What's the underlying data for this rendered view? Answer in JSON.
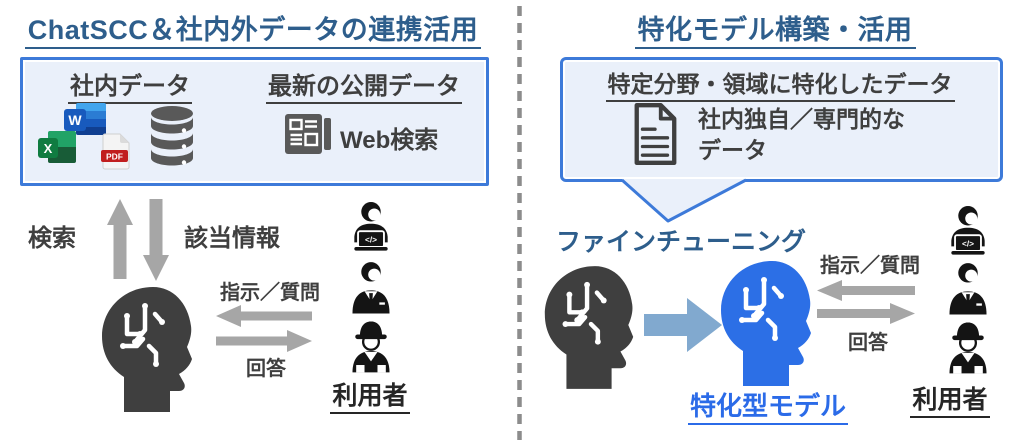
{
  "colors": {
    "title_blue": "#2E5E8C",
    "box_border": "#3D7AD9",
    "box_fill": "#EAF0FA",
    "text_dark": "#3F3F3F",
    "arrow_gray": "#A6A6A6",
    "head_dark": "#3F3F3F",
    "head_blue": "#2C6FE6",
    "block_arrow_blue": "#81A9CF",
    "model_blue": "#2B6BE8",
    "icon_gray": "#595959",
    "divider_gray": "#8C8C8C",
    "person_black": "#141414"
  },
  "left_panel": {
    "title": "ChatSCC＆社内外データの連携活用",
    "data_box": {
      "internal_data_label": "社内データ",
      "public_data_label": "最新の公開データ",
      "web_search_label": "Web検索",
      "word_letter": "W",
      "excel_letter": "X",
      "pdf_label": "PDF"
    },
    "search_label": "検索",
    "matched_info_label": "該当情報",
    "instruction_label": "指示／質問",
    "answer_label": "回答",
    "users_label": "利用者",
    "laptop_code": "</>"
  },
  "right_panel": {
    "title": "特化モデル構築・活用",
    "bubble": {
      "heading": "特定分野・領域に特化したデータ",
      "body_line1": "社内独自／専門的な",
      "body_line2": "データ"
    },
    "finetuning_label": "ファインチューニング",
    "model_label": "特化型モデル",
    "instruction_label": "指示／質問",
    "answer_label": "回答",
    "users_label": "利用者",
    "laptop_code": "</>"
  }
}
